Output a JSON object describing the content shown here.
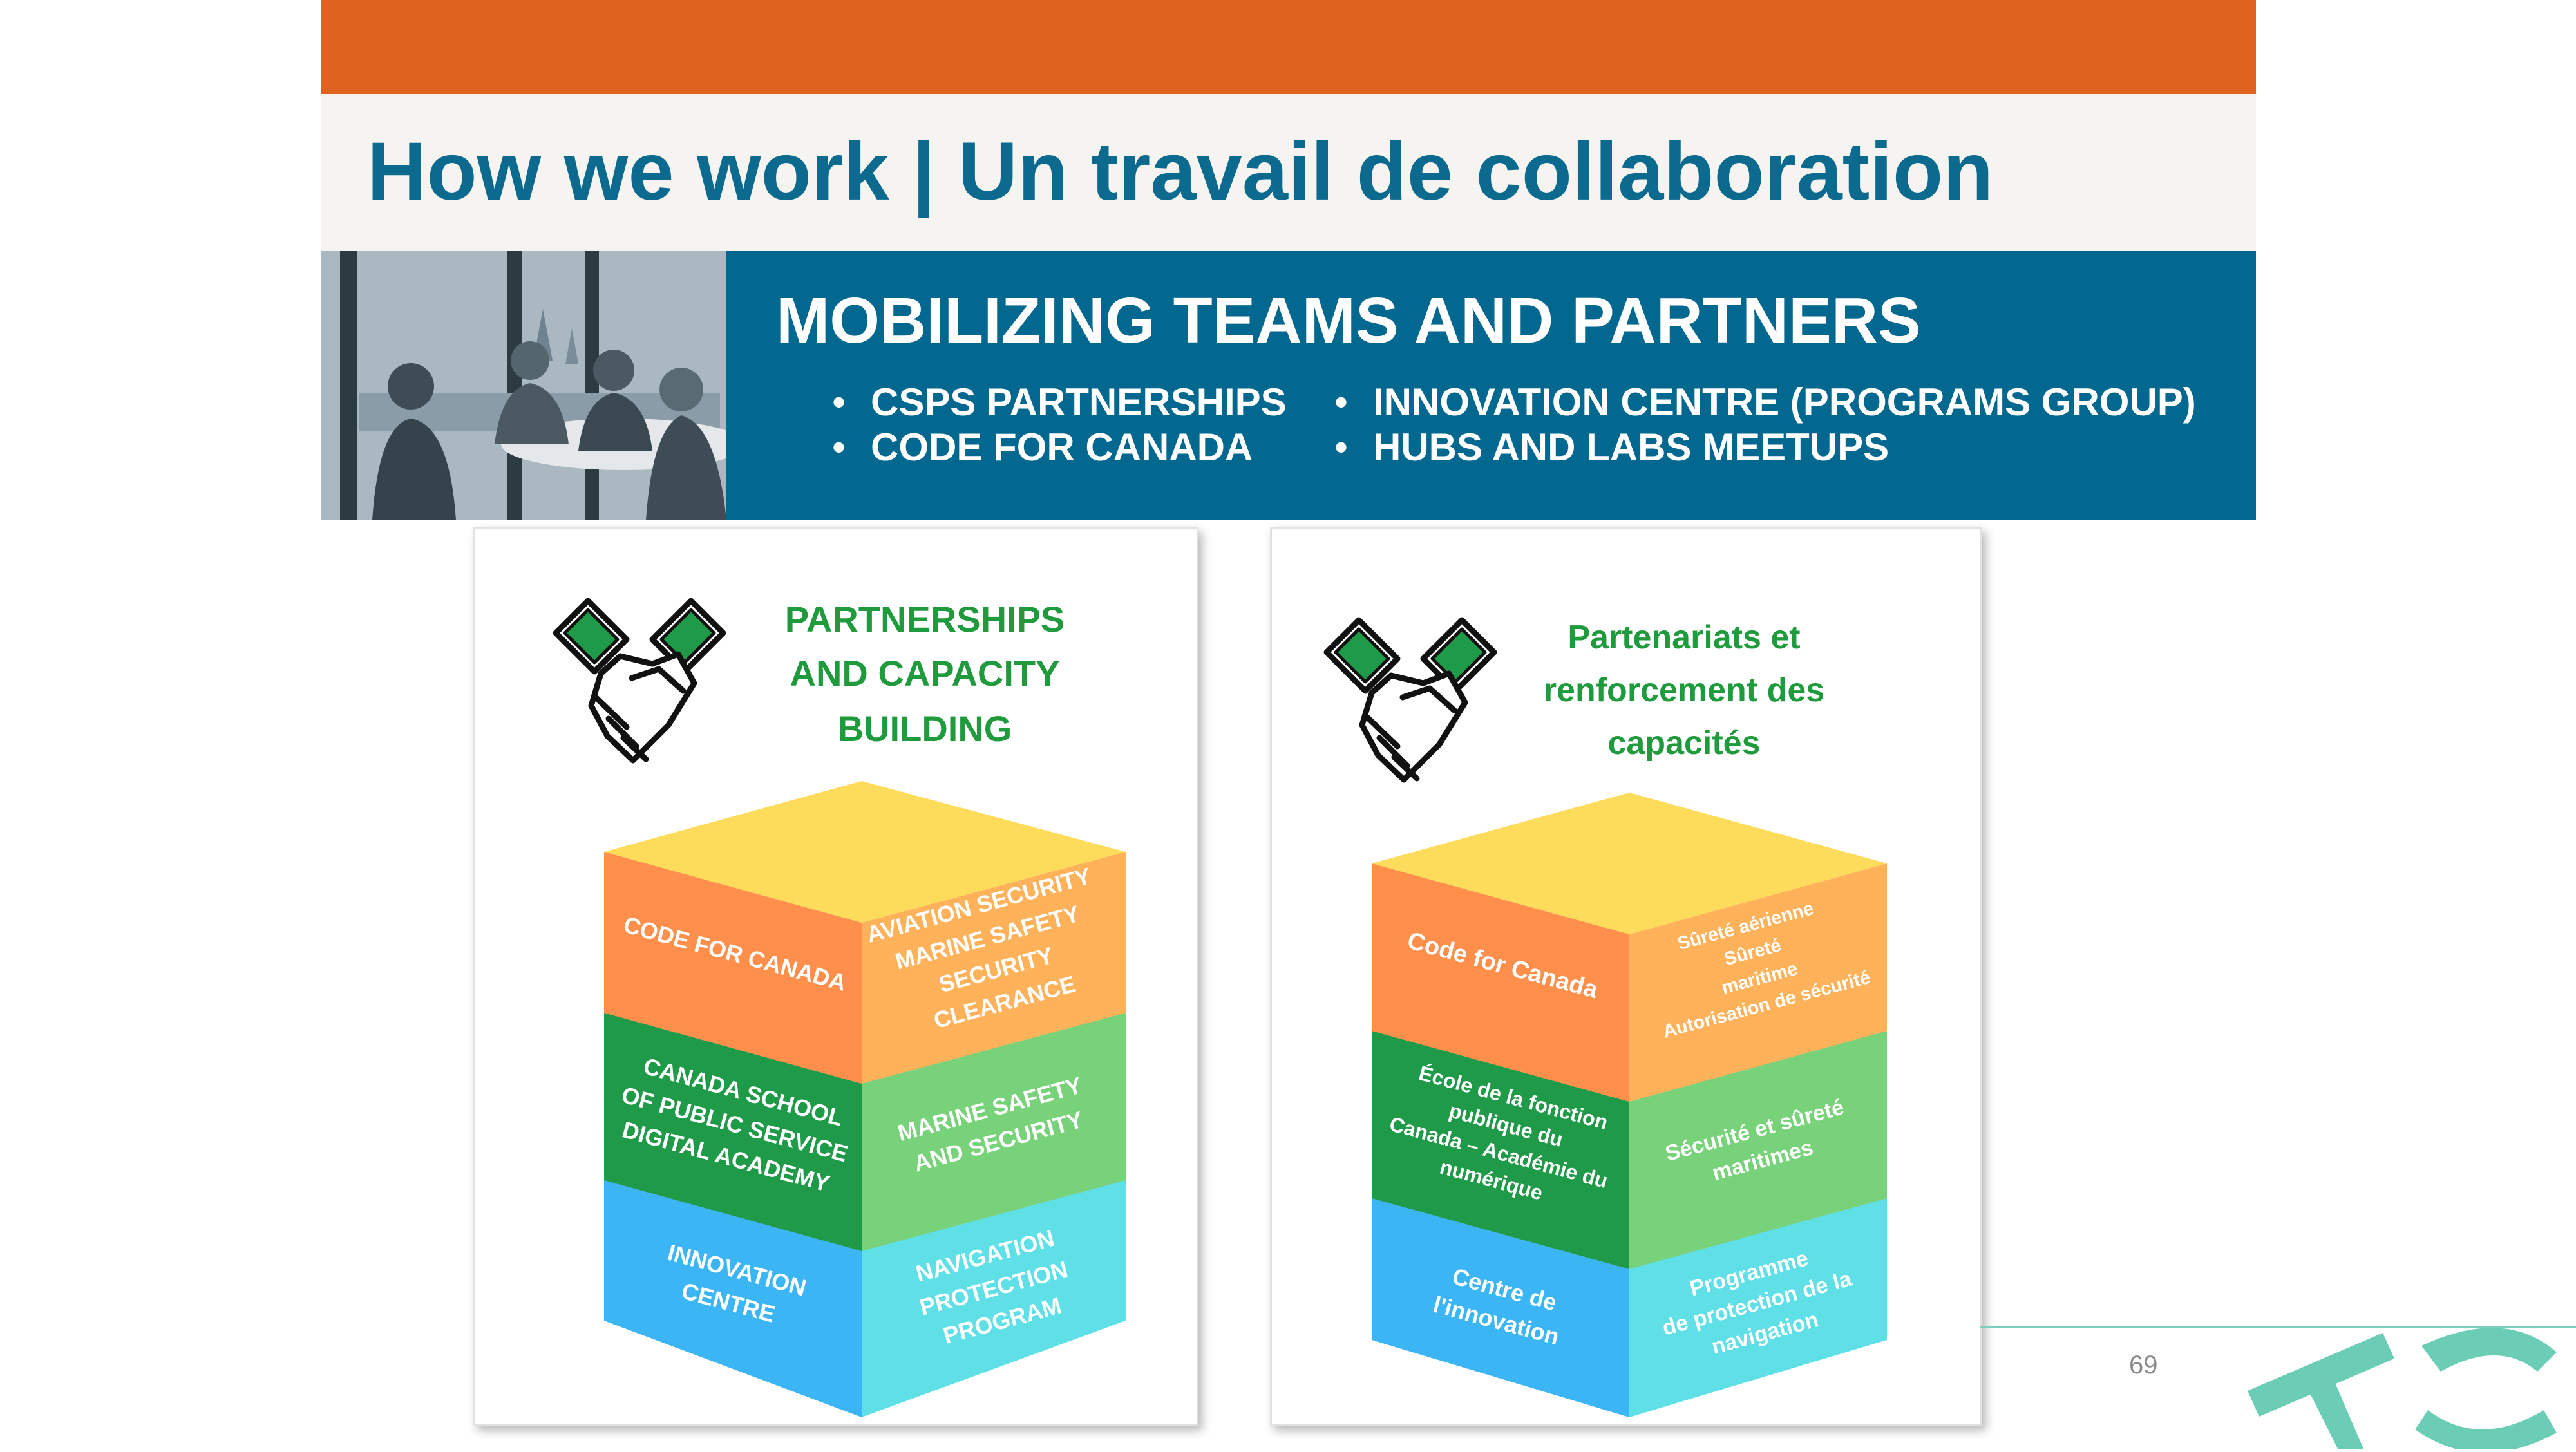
{
  "slide": {
    "title": "How we work | Un travail de collaboration",
    "page_number": "69"
  },
  "banner": {
    "heading": "MOBILIZING TEAMS AND PARTNERS",
    "bullets_left": [
      "CSPS PARTNERSHIPS",
      "CODE FOR CANADA"
    ],
    "bullets_right": [
      "INNOVATION CENTRE (PROGRAMS GROUP)",
      "HUBS AND LABS MEETUPS"
    ]
  },
  "card_en": {
    "title_lines": [
      "PARTNERSHIPS",
      "AND CAPACITY",
      "BUILDING"
    ],
    "top_left": [
      "CODE FOR CANADA"
    ],
    "top_right": [
      "AVIATION SECURITY",
      "MARINE SAFETY",
      "SECURITY",
      "CLEARANCE"
    ],
    "middle_left": [
      "CANADA SCHOOL",
      "OF PUBLIC SERVICE",
      "DIGITAL ACADEMY"
    ],
    "middle_right": [
      "MARINE SAFETY",
      "AND SECURITY"
    ],
    "bottom_left": [
      "INNOVATION",
      "CENTRE"
    ],
    "bottom_right": [
      "NAVIGATION",
      "PROTECTION",
      "PROGRAM"
    ]
  },
  "card_fr": {
    "title_lines": [
      "Partenariats et",
      "renforcement des",
      "capacités"
    ],
    "top_left": [
      "Code for Canada"
    ],
    "top_right": [
      "Sûreté aérienne",
      "Sûreté",
      "maritime",
      "Autorisation de sécurité"
    ],
    "middle_left": [
      "École de la fonction",
      "publique du",
      "Canada – Académie du",
      "numérique"
    ],
    "middle_right": [
      "Sécurité et sûreté",
      "maritimes"
    ],
    "bottom_left": [
      "Centre de",
      "l'innovation"
    ],
    "bottom_right": [
      "Programme",
      "de protection de la",
      "navigation"
    ]
  },
  "colors": {
    "orange_bar": "#e0621f",
    "title_blue": "#0b6a8e",
    "banner_blue": "#03688f",
    "heading_green": "#1f9a3c",
    "top_face": "#fddc5c",
    "orange_left": "#ff8f4a",
    "orange_right": "#ffb25a",
    "green_left": "#1f9a48",
    "green_right": "#78d27a",
    "blue_left": "#3bb5f3",
    "blue_right": "#5fe0e6",
    "logo_teal": "#6ccdb6"
  },
  "icons": {
    "handshake": "handshake-icon",
    "logo": "tc-logo"
  }
}
